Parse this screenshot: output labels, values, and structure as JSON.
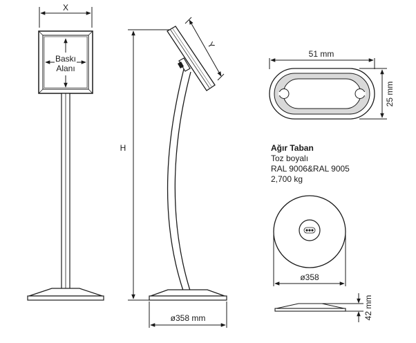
{
  "front_view": {
    "width_label": "X",
    "print_area_line1": "Baskı",
    "print_area_line2": "Alanı"
  },
  "side_view": {
    "frame_label": "Y",
    "height_label": "H",
    "base_label": "ø358 mm"
  },
  "profile_section": {
    "width_label": "51 mm",
    "height_label": "25 mm"
  },
  "base_info": {
    "title": "Ağır Taban",
    "line1": "Toz boyalı",
    "line2": "RAL 9006&RAL 9005",
    "line3": "2,700 kg"
  },
  "base_top_view": {
    "diameter_label": "ø358"
  },
  "base_side_view": {
    "height_label": "42 mm"
  },
  "colors": {
    "line": "#1a1a1a",
    "fill": "#ffffff",
    "shade": "#d9d9d9"
  }
}
